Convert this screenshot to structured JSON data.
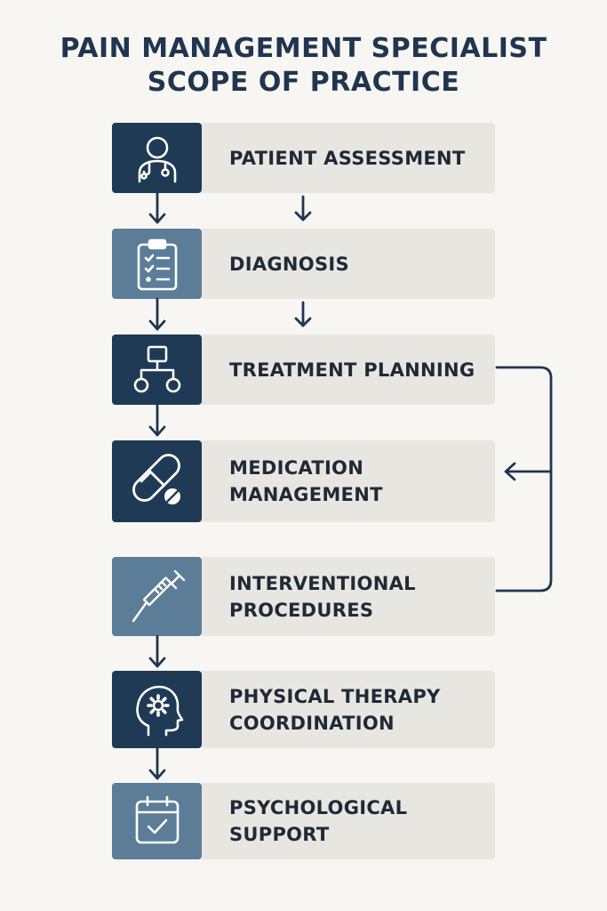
{
  "title": {
    "line1": "PAIN MANAGEMENT SPECIALIST",
    "line2": "SCOPE OF PRACTICE"
  },
  "steps": [
    {
      "label": "PATIENT ASSESSMENT",
      "icon": "doctor-stethoscope-icon",
      "shade": "dark"
    },
    {
      "label": "DIAGNOSIS",
      "icon": "clipboard-checklist-icon",
      "shade": "light"
    },
    {
      "label": "TREATMENT PLANNING",
      "icon": "flowchart-icon",
      "shade": "dark"
    },
    {
      "label": "MEDICATION\nMANAGEMENT",
      "icon": "capsule-pill-icon",
      "shade": "dark"
    },
    {
      "label": "INTERVENTIONAL\nPROCEDURES",
      "icon": "syringe-icon",
      "shade": "light"
    },
    {
      "label": "PHYSICAL THERAPY\nCOORDINATION",
      "icon": "head-gear-icon",
      "shade": "dark"
    },
    {
      "label": "PSYCHOLOGICAL\nSUPPORT",
      "icon": "calendar-check-icon",
      "shade": "light"
    }
  ],
  "colors": {
    "dark": "#1f3a55",
    "light": "#5c7d97",
    "label_bg": "#e8e6e1",
    "text": "#1f2a36",
    "background": "#f8f6f2"
  }
}
